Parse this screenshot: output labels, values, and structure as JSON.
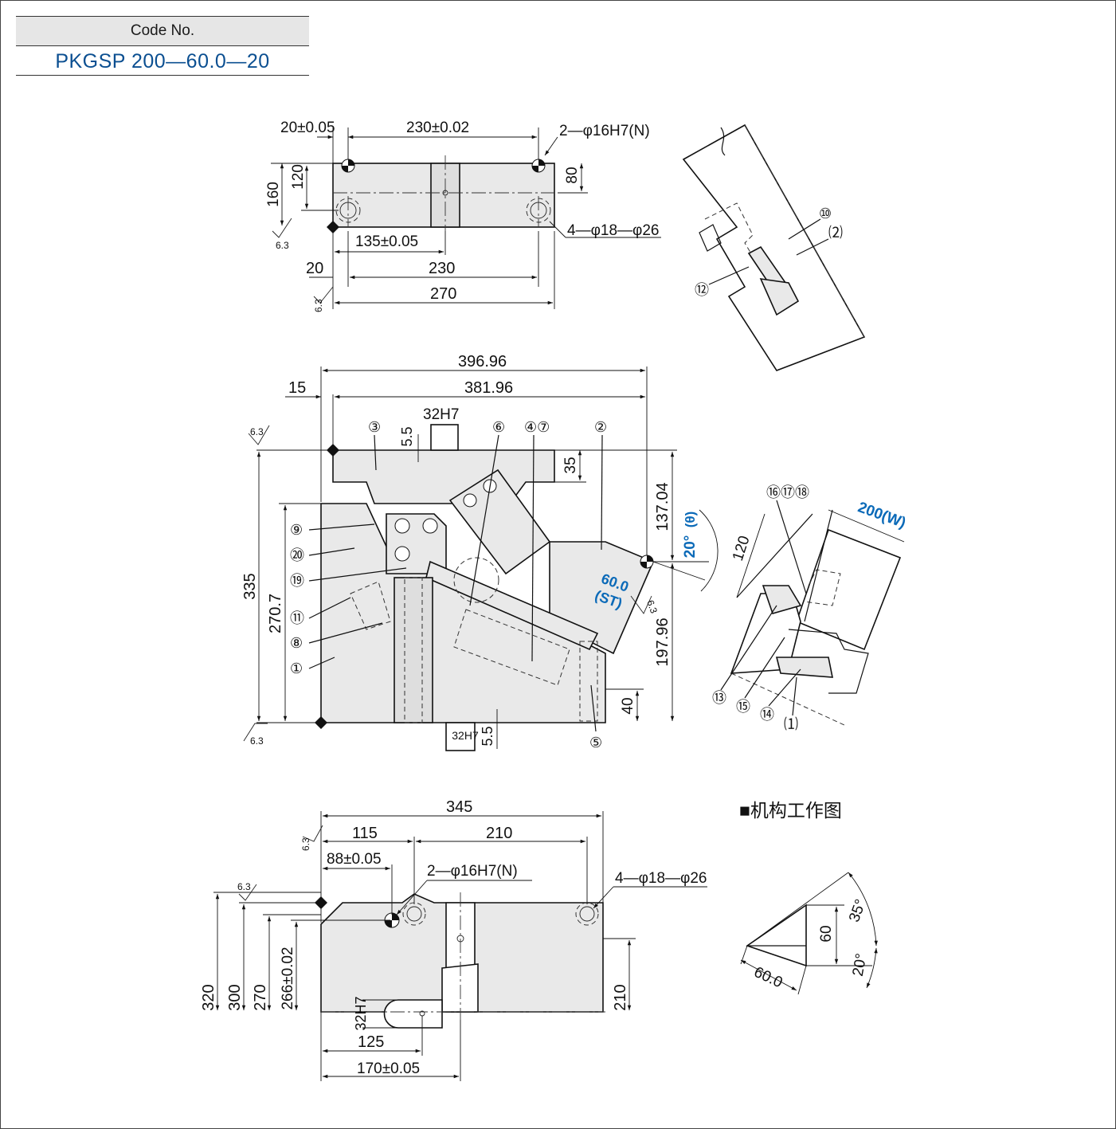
{
  "code": {
    "label": "Code No.",
    "value": "PKGSP 200—60.0—20"
  },
  "top_view": {
    "d_20_005": "20±0.05",
    "d_230_002": "230±0.02",
    "holes_pin": "2—φ16H7(N)",
    "d_160": "160",
    "d_120": "120",
    "d_80": "80",
    "holes_bolt": "4—φ18—φ26",
    "d_135_005": "135±0.05",
    "d_20": "20",
    "d_230": "230",
    "d_270": "270",
    "rough": "6.3"
  },
  "front_view": {
    "d_396": "396.96",
    "d_381": "381.96",
    "d_15": "15",
    "d_32h7_top": "32H7",
    "d_5_5_top": "5.5",
    "d_35": "35",
    "d_137": "137.04",
    "d_20deg": "20°",
    "theta": "(θ)",
    "d_335": "335",
    "d_270_7": "270.7",
    "d_197": "197.96",
    "d_40": "40",
    "d_32h7_bot": "32H7",
    "d_5_5_bot": "5.5",
    "stroke": "60.0",
    "st": "(ST)",
    "rough": "6.3"
  },
  "front_callouts": [
    "③",
    "⑥",
    "④⑦",
    "②",
    "⑨",
    "⑳",
    "⑲",
    "⑪",
    "⑧",
    "①",
    "⑤"
  ],
  "bottom_view": {
    "d_345": "345",
    "d_115": "115",
    "d_210_top": "210",
    "d_88_005": "88±0.05",
    "holes_pin": "2—φ16H7(N)",
    "holes_bolt": "4—φ18—φ26",
    "d_320": "320",
    "d_300": "300",
    "d_270": "270",
    "d_266": "266±0.02",
    "d_32h7": "32H7",
    "d_210_side": "210",
    "d_125": "125",
    "d_170_005": "170±0.05",
    "rough": "6.3"
  },
  "detail_top": {
    "callouts": [
      "⑩",
      "⑵",
      "⑫"
    ]
  },
  "detail_right": {
    "width": "200(W)",
    "d_120": "120",
    "callouts_top": "⑯⑰⑱",
    "callouts_bottom": [
      "⑬",
      "⑮",
      "⑭",
      "⑴"
    ]
  },
  "mechanism": {
    "title": "■机构工作图",
    "d_60": "60",
    "d_60_0": "60.0",
    "a_35": "35°",
    "a_20": "20°"
  }
}
